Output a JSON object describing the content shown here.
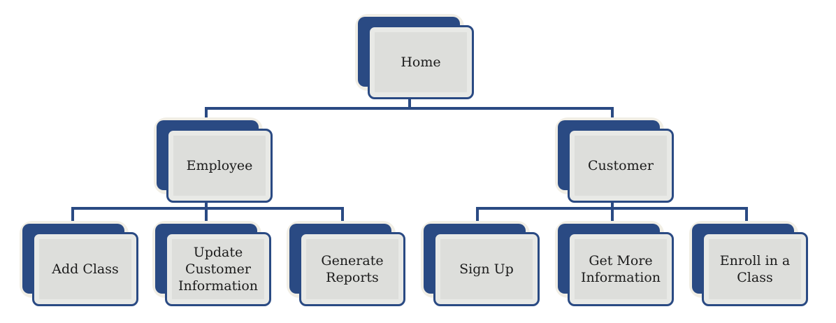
{
  "diagram": {
    "colors": {
      "box_fill": "#dddedb",
      "box_shadow": "#2a4a83",
      "connector": "#2a4a83"
    },
    "nodes": {
      "home": "Home",
      "employee": "Employee",
      "customer": "Customer",
      "add_class": "Add Class",
      "update_customer": "Update\nCustomer\nInformation",
      "generate_reports": "Generate\nReports",
      "sign_up": "Sign Up",
      "get_more_info": "Get More\nInformation",
      "enroll_class": "Enroll in a\nClass"
    }
  }
}
